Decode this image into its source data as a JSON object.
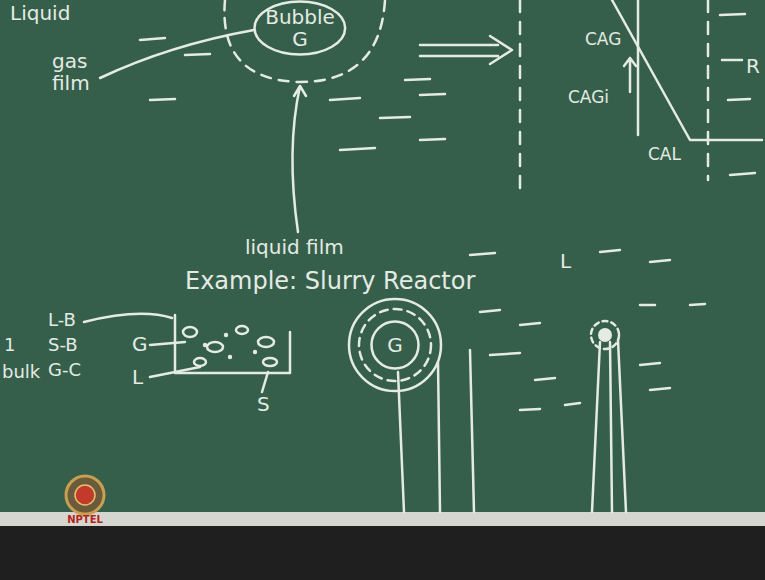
{
  "diagram": {
    "nodes": [
      {
        "text": [
          "Bubble",
          "G"
        ]
      },
      {
        "text": [
          "G"
        ]
      }
    ],
    "labels": [
      "Liquid",
      "gas film",
      "liquid film",
      "CAG",
      "CAGi",
      "CAL",
      "R",
      "Example: Slurry Reactor",
      "L-B",
      "1",
      "S-B",
      "G-C",
      "bulk",
      "G",
      "L",
      "S",
      "L",
      "NPTEL"
    ]
  }
}
